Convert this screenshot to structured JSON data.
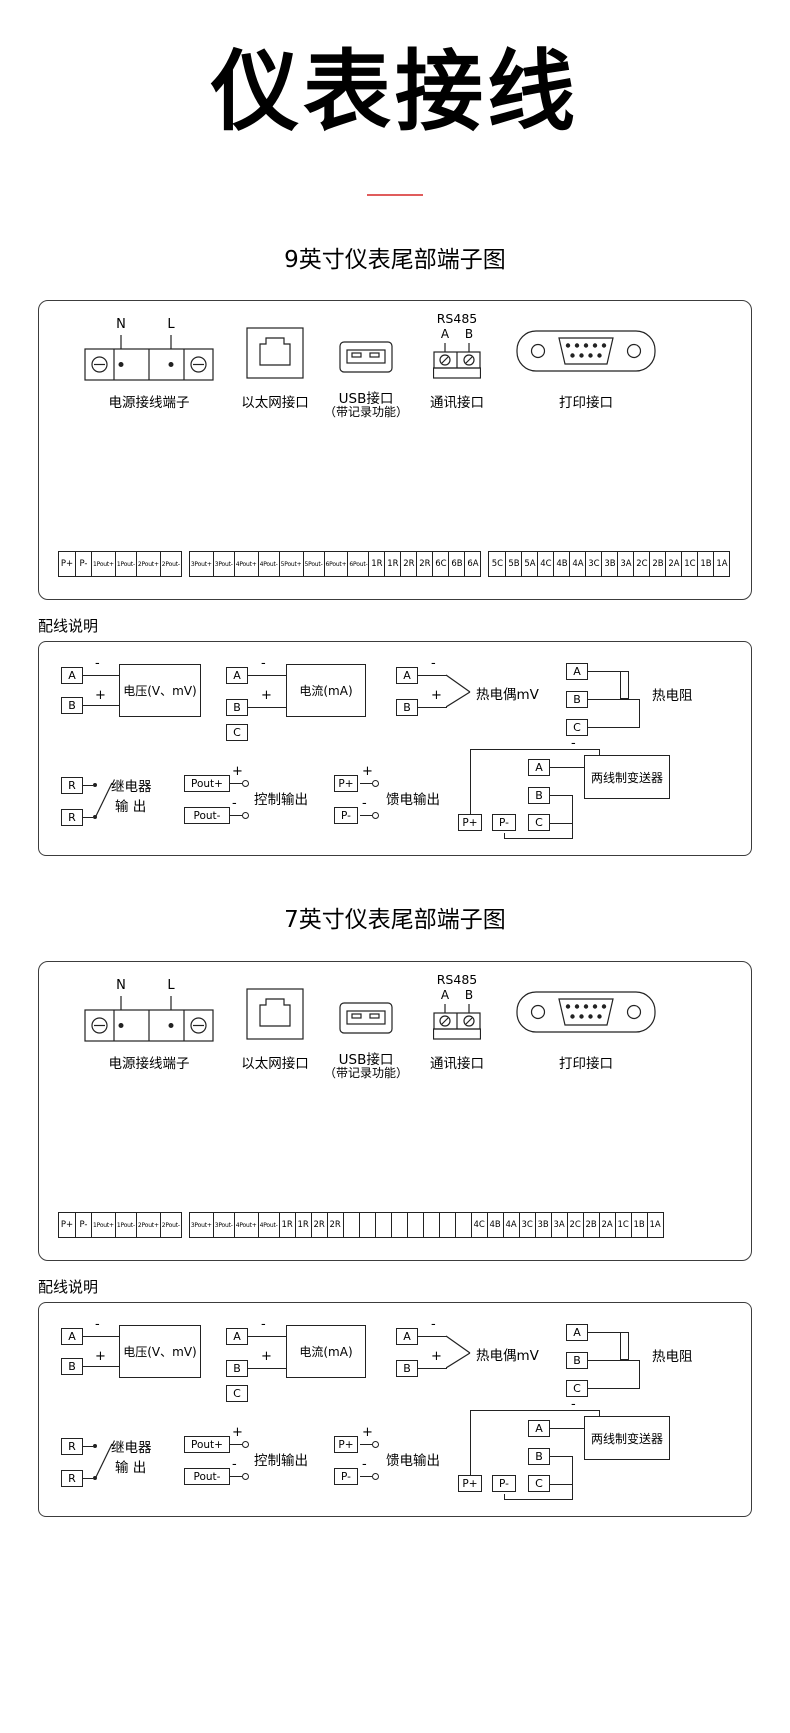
{
  "page": {
    "title": "仪表接线"
  },
  "colors": {
    "divider": "#e05c5c"
  },
  "wiring_note_label": "配线说明",
  "ports": {
    "power": {
      "n": "N",
      "l": "L",
      "label": "电源接线端子"
    },
    "ethernet": {
      "label": "以太网接口"
    },
    "usb": {
      "label": "USB接口",
      "label2": "（带记录功能）"
    },
    "rs485": {
      "title": "RS485",
      "a": "A",
      "b": "B",
      "label": "通讯接口"
    },
    "printer": {
      "label": "打印接口"
    }
  },
  "wiring": {
    "minus": "-",
    "plus": "+",
    "a": "A",
    "b": "B",
    "c": "C",
    "r": "R",
    "voltage_label": "电压(V、mV)",
    "current_label": "电流(mA)",
    "thermocouple_label": "热电偶mV",
    "rtd_label": "热电阻",
    "relay_label_1": "继电器",
    "relay_label_2": "输 出",
    "pout_plus": "Pout+",
    "pout_minus": "Pout-",
    "control_label": "控制输出",
    "p_plus": "P+",
    "p_minus": "P-",
    "feed_label": "馈电输出",
    "transmitter_label": "两线制变送器"
  },
  "sections": [
    {
      "heading": "9英寸仪表尾部端子图",
      "strip_groups": [
        [
          "P+",
          "P-",
          "1Pout+",
          "1Pout-",
          "2Pout+",
          "2Pout-"
        ],
        [
          "3Pout+",
          "3Pout-",
          "4Pout+",
          "4Pout-",
          "5Pout+",
          "5Pout-",
          "6Pout+",
          "6Pout-",
          "1R",
          "1R",
          "2R",
          "2R",
          "6C",
          "6B",
          "6A"
        ],
        [
          "5C",
          "5B",
          "5A",
          "4C",
          "4B",
          "4A",
          "3C",
          "3B",
          "3A",
          "2C",
          "2B",
          "2A",
          "1C",
          "1B",
          "1A"
        ]
      ]
    },
    {
      "heading": "7英寸仪表尾部端子图",
      "strip_groups": [
        [
          "P+",
          "P-",
          "1Pout+",
          "1Pout-",
          "2Pout+",
          "2Pout-"
        ],
        [
          "3Pout+",
          "3Pout-",
          "4Pout+",
          "4Pout-",
          "1R",
          "1R",
          "2R",
          "2R",
          "",
          "",
          "",
          "",
          "",
          "",
          "",
          "",
          "4C",
          "4B",
          "4A",
          "3C",
          "3B",
          "3A",
          "2C",
          "2B",
          "2A",
          "1C",
          "1B",
          "1A"
        ]
      ]
    }
  ]
}
